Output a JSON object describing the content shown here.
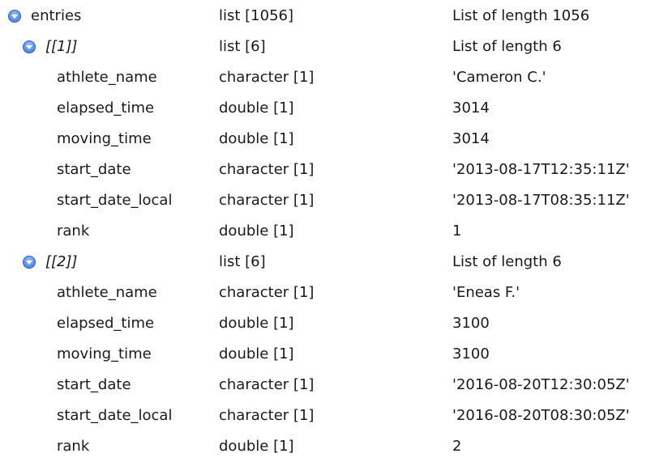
{
  "root": {
    "name": "entries",
    "type": "list [1056]",
    "value": "List of length 1056"
  },
  "groups": [
    {
      "name": "[[1]]",
      "type": "list [6]",
      "value": "List of length 6",
      "fields": [
        {
          "name": "athlete_name",
          "type": "character [1]",
          "value": "'Cameron C.'"
        },
        {
          "name": "elapsed_time",
          "type": "double [1]",
          "value": "3014"
        },
        {
          "name": "moving_time",
          "type": "double [1]",
          "value": "3014"
        },
        {
          "name": "start_date",
          "type": "character [1]",
          "value": "'2013-08-17T12:35:11Z'"
        },
        {
          "name": "start_date_local",
          "type": "character [1]",
          "value": "'2013-08-17T08:35:11Z'"
        },
        {
          "name": "rank",
          "type": "double [1]",
          "value": "1"
        }
      ]
    },
    {
      "name": "[[2]]",
      "type": "list [6]",
      "value": "List of length 6",
      "fields": [
        {
          "name": "athlete_name",
          "type": "character [1]",
          "value": "'Eneas F.'"
        },
        {
          "name": "elapsed_time",
          "type": "double [1]",
          "value": "3100"
        },
        {
          "name": "moving_time",
          "type": "double [1]",
          "value": "3100"
        },
        {
          "name": "start_date",
          "type": "character [1]",
          "value": "'2016-08-20T12:30:05Z'"
        },
        {
          "name": "start_date_local",
          "type": "character [1]",
          "value": "'2016-08-20T08:30:05Z'"
        },
        {
          "name": "rank",
          "type": "double [1]",
          "value": "2"
        }
      ]
    }
  ]
}
